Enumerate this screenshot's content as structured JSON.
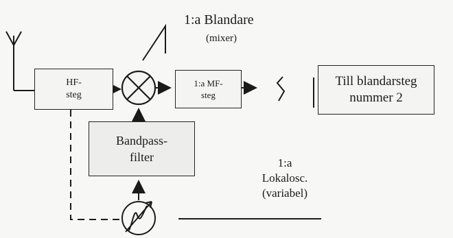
{
  "blocks": {
    "hf": "HF-\nsteg",
    "mf": "1:a MF-\nsteg",
    "bandpass": "Bandpass-\nfilter",
    "next_stage": "Till blandarsteg\nnummer 2"
  },
  "labels": {
    "mixer_title": "1:a Blandare",
    "mixer_subtitle": "(mixer)",
    "local_osc": "1:a\nLokalosc.\n(variabel)"
  }
}
